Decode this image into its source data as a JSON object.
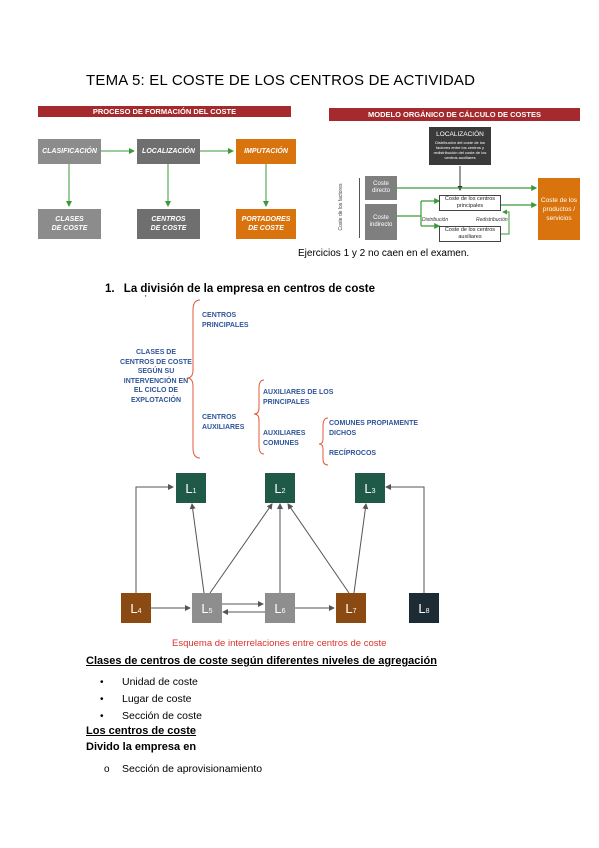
{
  "title": "TEMA 5: EL COSTE DE LOS CENTROS DE ACTIVIDAD",
  "left_diagram": {
    "header": "PROCESO DE FORMACIÓN DEL COSTE",
    "top_boxes": [
      "CLASIFICACIÓN",
      "LOCALIZACIÓN",
      "IMPUTACIÓN"
    ],
    "bottom_boxes": [
      "CLASES\nDE COSTE",
      "CENTROS\nDE COSTE",
      "PORTADORES\nDE COSTE"
    ]
  },
  "right_diagram": {
    "header": "MODELO ORGÁNICO DE CÁLCULO DE COSTES",
    "localizacion_title": "LOCALIZACIÓN",
    "localizacion_text": "Distribución del coste de los factores entre los centros y redistribución del coste de los centros auxiliares",
    "side_label": "Coste de los factores",
    "coste_directo": "Coste directo",
    "coste_indirecto": "Coste indirecto",
    "centros_principales": "Coste de los centros principales",
    "centros_auxiliares": "Coste de los centros auxiliares",
    "distribucion": "Distribución",
    "redistribucion": "Redistribución",
    "productos": "Coste de los productos / servicios"
  },
  "note": "Ejercicios 1 y 2 no caen en el examen.",
  "section1": {
    "number": "1.",
    "title": "La división de la empresa en centros de coste",
    "tick": "'"
  },
  "classification": {
    "root": "CLASES DE CENTROS DE COSTE SEGÚN SU INTERVENCIÓN EN EL CICLO DE EXPLOTACIÓN",
    "principales": "CENTROS PRINCIPALES",
    "auxiliares": "CENTROS AUXILIARES",
    "aux_principales": "AUXILIARES DE LOS PRINCIPALES",
    "aux_comunes": "AUXILIARES COMUNES",
    "comunes_propiamente": "COMUNES PROPIAMENTE DICHOS",
    "reciprocos": "RECÍPROCOS"
  },
  "network": {
    "nodes": [
      {
        "id": "L1",
        "base": "L",
        "sub": "1",
        "color": "#1e5a47"
      },
      {
        "id": "L2",
        "base": "L",
        "sub": "2",
        "color": "#1e5a47"
      },
      {
        "id": "L3",
        "base": "L",
        "sub": "3",
        "color": "#1e5a47"
      },
      {
        "id": "L4",
        "base": "L",
        "sub": "4",
        "color": "#8a4a12"
      },
      {
        "id": "L5",
        "base": "L",
        "sub": "5",
        "color": "#8e8e8e"
      },
      {
        "id": "L6",
        "base": "L",
        "sub": "6",
        "color": "#8e8e8e"
      },
      {
        "id": "L7",
        "base": "L",
        "sub": "7",
        "color": "#8a4a12"
      },
      {
        "id": "L8",
        "base": "L",
        "sub": "8",
        "color": "#1d2b35"
      }
    ],
    "caption": "Esquema de interrelaciones entre centros de coste"
  },
  "section2": {
    "title": "Clases de centros de coste según diferentes niveles de agregación",
    "items": [
      "Unidad de coste",
      "Lugar de coste",
      "Sección de coste"
    ]
  },
  "section3": {
    "title": "Los centros de coste",
    "subtitle": "Divido la empresa en",
    "bullet_glyph": "o",
    "items": [
      "Sección de aprovisionamiento"
    ]
  }
}
